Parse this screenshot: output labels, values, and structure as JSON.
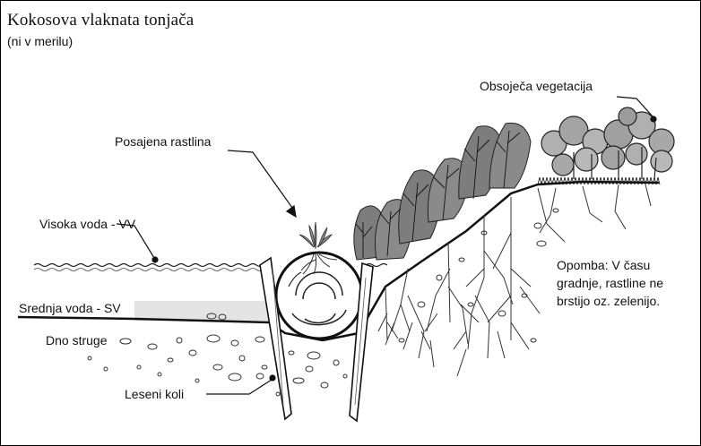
{
  "title": "Kokosova vlaknata tonjača",
  "subtitle": "(ni v merilu)",
  "labels": {
    "surrounding_vegetation": "Obsoječa vegetacija",
    "planted_plant": "Posajena rastlina",
    "high_water": "Visoka voda - VV",
    "mean_water": "Srednja voda - SV",
    "channel_bed": "Dno struge",
    "wooden_stakes": "Leseni koli"
  },
  "note": {
    "lines": [
      "Opomba: V času",
      "gradnje, rastline ne",
      "brstijo oz. zelenijo."
    ]
  }
}
